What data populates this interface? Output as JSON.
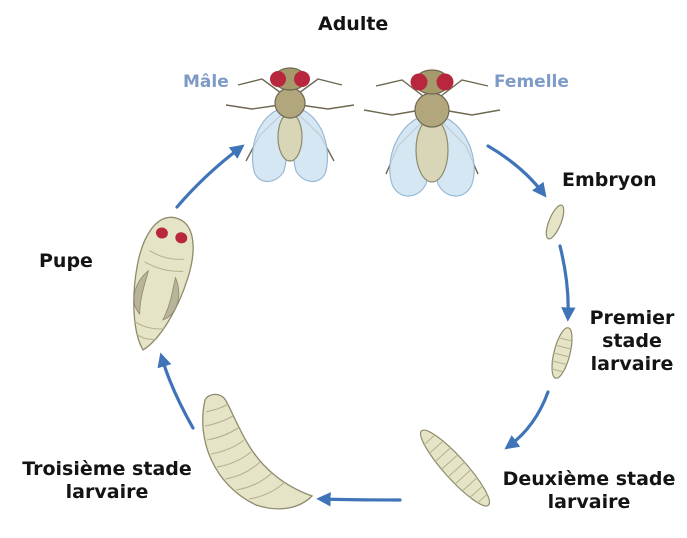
{
  "diagram": {
    "stages": {
      "adult": "Adulte",
      "male": "Mâle",
      "female": "Femelle",
      "embryo": "Embryon",
      "first_instar": [
        "Premier",
        "stade",
        "larvaire"
      ],
      "second_instar": [
        "Deuxième stade",
        "larvaire"
      ],
      "third_instar": [
        "Troisième stade",
        "larvaire"
      ],
      "pupa": "Pupe"
    },
    "colors": {
      "arrow": "#3f74b8",
      "label": "#141414",
      "sex_label": "#7d9bc6",
      "body": "#e6e4c7",
      "body_outline": "#8e8a6c",
      "thorax": "#b2a77c",
      "eye": "#b8273e",
      "wing": "#cfe3f2",
      "wing_outline": "#98b9d6"
    },
    "icons": [
      "fly-male-icon",
      "fly-female-icon",
      "embryo-icon",
      "first-instar-larva-icon",
      "second-instar-larva-icon",
      "third-instar-larva-icon",
      "pupa-icon"
    ]
  }
}
